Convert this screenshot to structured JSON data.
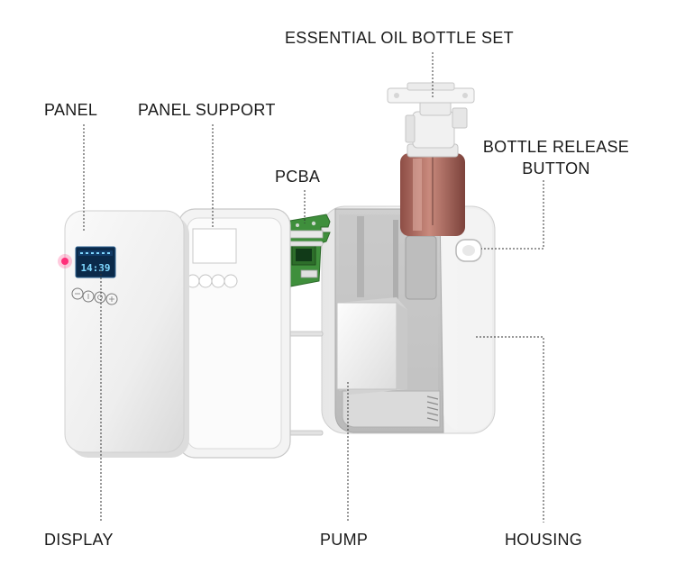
{
  "labels": {
    "essential_oil_bottle_set": "ESSENTIAL OIL BOTTLE SET",
    "panel": "PANEL",
    "panel_support": "PANEL SUPPORT",
    "pcba": "PCBA",
    "bottle_release_line1": "BOTTLE RELEASE",
    "bottle_release_line2": "BUTTON",
    "display": "DISPLAY",
    "pump": "PUMP",
    "housing": "HOUSING"
  },
  "display_readout": "14:39",
  "colors": {
    "display_screen": "#0b2a4a",
    "display_digits": "#7fd8ff",
    "indicator_led": "#ff2f7a",
    "bottle_amber": "#b56a5e"
  }
}
